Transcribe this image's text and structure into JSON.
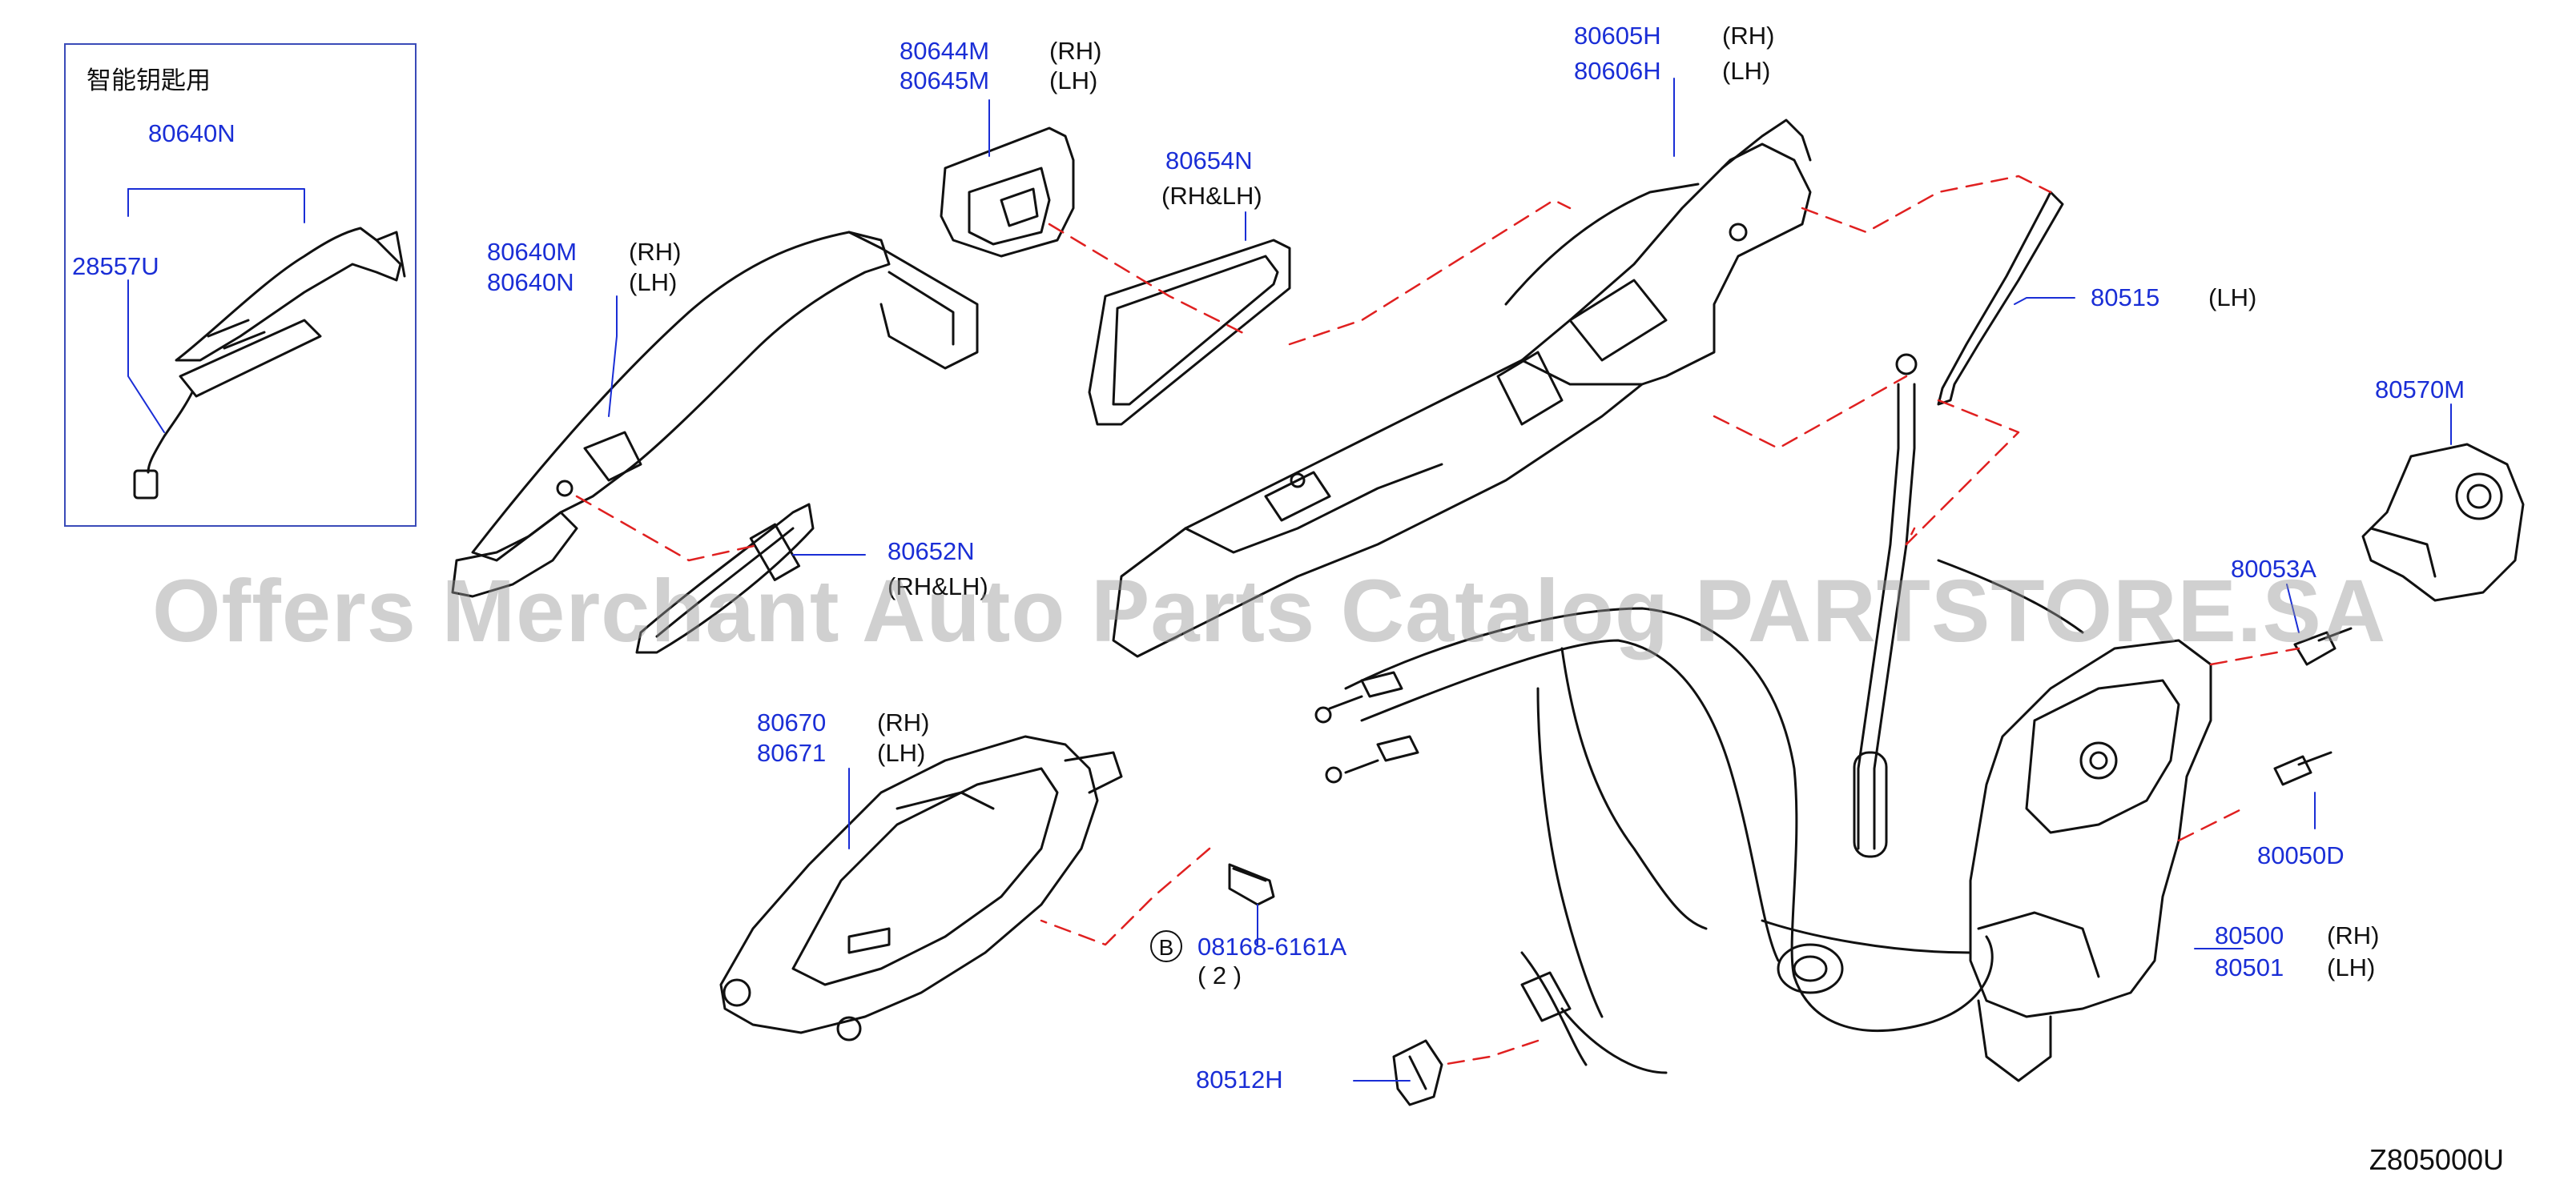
{
  "inset": {
    "title": "智能钥匙用",
    "part_80640N": "80640N",
    "part_28557U": "28557U"
  },
  "parts": {
    "p80644M": "80644M",
    "p80645M": "80645M",
    "p80654N": "80654N",
    "p80654N_side": "(RH&LH)",
    "p80605H": "80605H",
    "p80606H": "80606H",
    "p80640M": "80640M",
    "p80640N": "80640N",
    "p80515": "80515",
    "p80515_side": "(LH)",
    "p80570M": "80570M",
    "p80053A": "80053A",
    "p80652N": "80652N",
    "p80652N_side": "(RH&LH)",
    "p80670": "80670",
    "p80671": "80671",
    "p80050D": "80050D",
    "p80500": "80500",
    "p80501": "80501",
    "p08168": "08168-6161A",
    "p08168_qty": "( 2 )",
    "p08168_badge": "B",
    "p80512H": "80512H"
  },
  "sides": {
    "rh": "(RH)",
    "lh": "(LH)"
  },
  "watermark": "Offers Merchant Auto Parts Catalog PARTSTORE.SA",
  "figure_code": "Z805000U",
  "colors": {
    "part_number": "#1a2ed6",
    "leader_dash": "#e02020",
    "line": "#111111",
    "inset_border": "#3a4bb8"
  }
}
